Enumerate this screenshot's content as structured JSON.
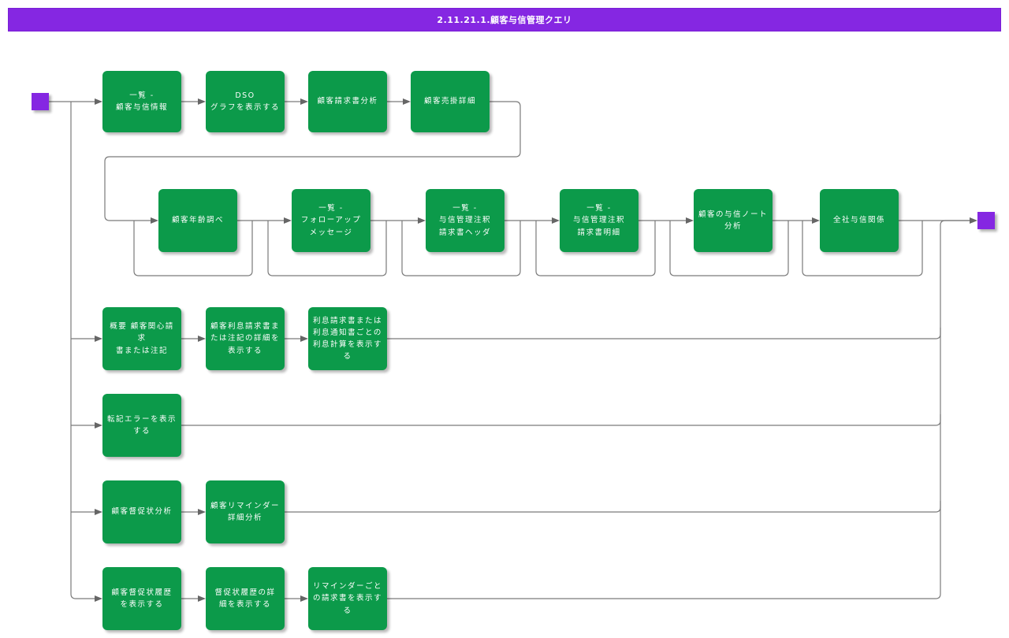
{
  "header": {
    "title": "2.11.21.1.顧客与信管理クエリ"
  },
  "colors": {
    "node_green": "#0C9A4A",
    "accent_purple": "#8527E2",
    "connector_gray": "#7A7A7A"
  },
  "rows": [
    {
      "boxes": [
        "一覧 -\n顧客与信情報",
        "DSO\nグラフを表示する",
        "顧客請求書分析",
        "顧客売掛詳細"
      ]
    },
    {
      "boxes": [
        "顧客年齢調べ",
        "一覧 -\nフォローアップ\nメッセージ",
        "一覧 -\n与信管理注釈\n請求書ヘッダ",
        "一覧 -\n与信管理注釈\n請求書明細",
        "顧客の与信ノート\n分析",
        "全社与信関係"
      ]
    },
    {
      "boxes": [
        "概要 顧客関心請求\n書または注記",
        "顧客利息請求書ま\nたは注記の詳細を\n表示する",
        "利息請求書または\n利息通知書ごとの\n利息計算を表示す\nる"
      ]
    },
    {
      "boxes": [
        "転記エラーを表示\nする"
      ]
    },
    {
      "boxes": [
        "顧客督促状分析",
        "顧客リマインダー\n詳細分析"
      ]
    },
    {
      "boxes": [
        "顧客督促状履歴\nを表示する",
        "督促状履歴の詳\n細を表示する",
        "リマインダーごと\nの請求書を表示す\nる"
      ]
    }
  ]
}
